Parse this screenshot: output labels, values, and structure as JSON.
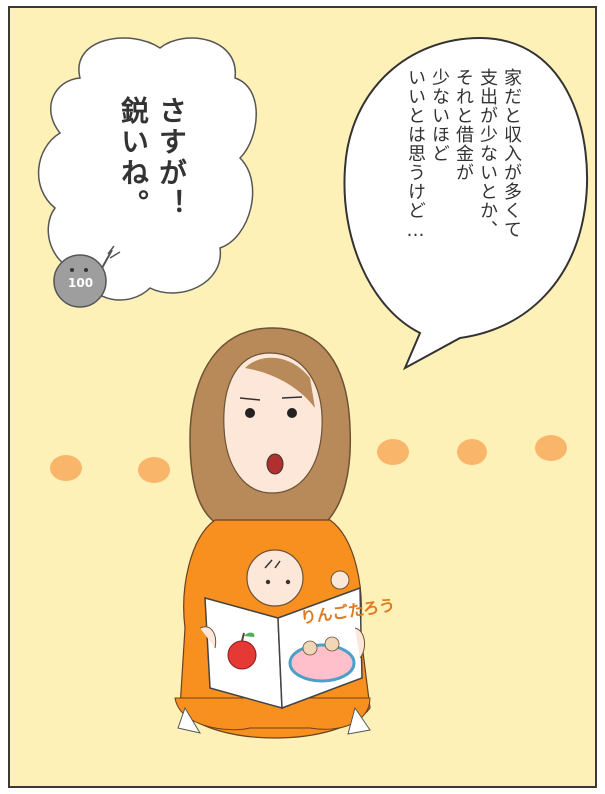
{
  "speech_bubble": {
    "lines": [
      "家だと収入が多くて",
      "支出が少ないとか、",
      "それと借金が",
      "少ないほど",
      "いいとは思うけど…"
    ]
  },
  "thought_bubble": {
    "lines": [
      "さすが！",
      "鋭いね。"
    ]
  },
  "coin": {
    "value": "100"
  },
  "book": {
    "title": "りんごたろう"
  },
  "colors": {
    "background": "#fdf1b8",
    "shirt": "#f7901e",
    "hair": "#b88a5a",
    "dots": "#f9b66b",
    "apple": "#e53935"
  }
}
